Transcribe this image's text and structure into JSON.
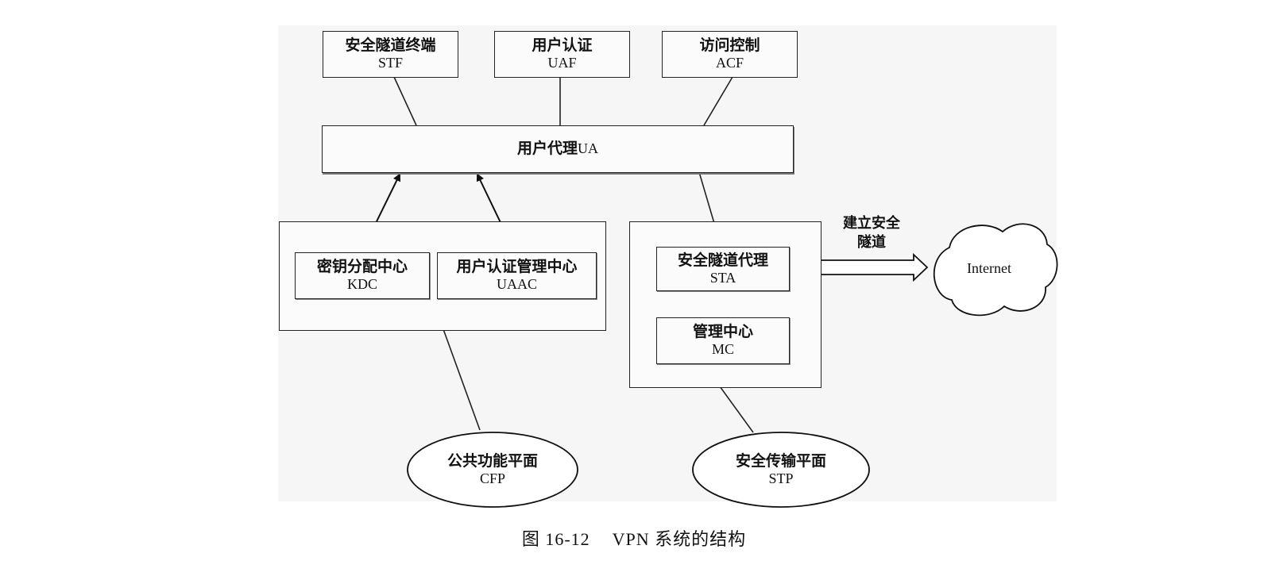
{
  "top_nodes": [
    {
      "zh": "安全隧道终端",
      "en": "STF"
    },
    {
      "zh": "用户认证",
      "en": "UAF"
    },
    {
      "zh": "访问控制",
      "en": "ACF"
    }
  ],
  "ua": {
    "zh": "用户代理",
    "en": "UA"
  },
  "cfp_group": {
    "kdc": {
      "zh": "密钥分配中心",
      "en": "KDC"
    },
    "uaac": {
      "zh": "用户认证管理中心",
      "en": "UAAC"
    }
  },
  "stp_group": {
    "sta": {
      "zh": "安全隧道代理",
      "en": "STA"
    },
    "mc": {
      "zh": "管理中心",
      "en": "MC"
    }
  },
  "tunnel_label": {
    "line1": "建立安全",
    "line2": "隧道"
  },
  "internet": "Internet",
  "planes": [
    {
      "zh": "公共功能平面",
      "en": "CFP"
    },
    {
      "zh": "安全传输平面",
      "en": "STP"
    }
  ],
  "caption": {
    "number": "图 16-12",
    "title": "VPN 系统的结构"
  }
}
